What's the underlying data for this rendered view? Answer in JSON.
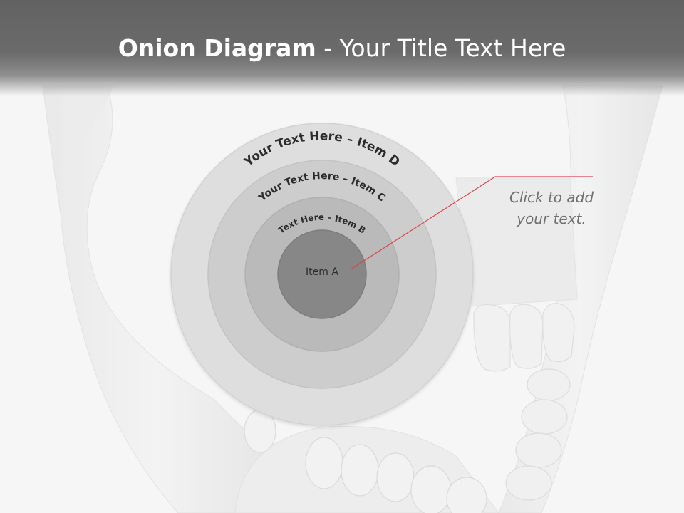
{
  "title": {
    "bold": "Onion Diagram",
    "rest": " - Your Title Text Here"
  },
  "onion": {
    "layers": [
      {
        "label": "Your Text Here – Item D"
      },
      {
        "label": "Your Text Here – Item C"
      },
      {
        "label": "Text Here – Item B"
      },
      {
        "label": "Item A"
      }
    ]
  },
  "callout": {
    "line1": "Click  to add",
    "line2": "your text."
  },
  "colors": {
    "layer_d": "#dedede",
    "layer_c": "#cdcdcd",
    "layer_b": "#bababa",
    "layer_a": "#878787",
    "callout_line": "#e0424a",
    "title_bar": "#646464"
  }
}
